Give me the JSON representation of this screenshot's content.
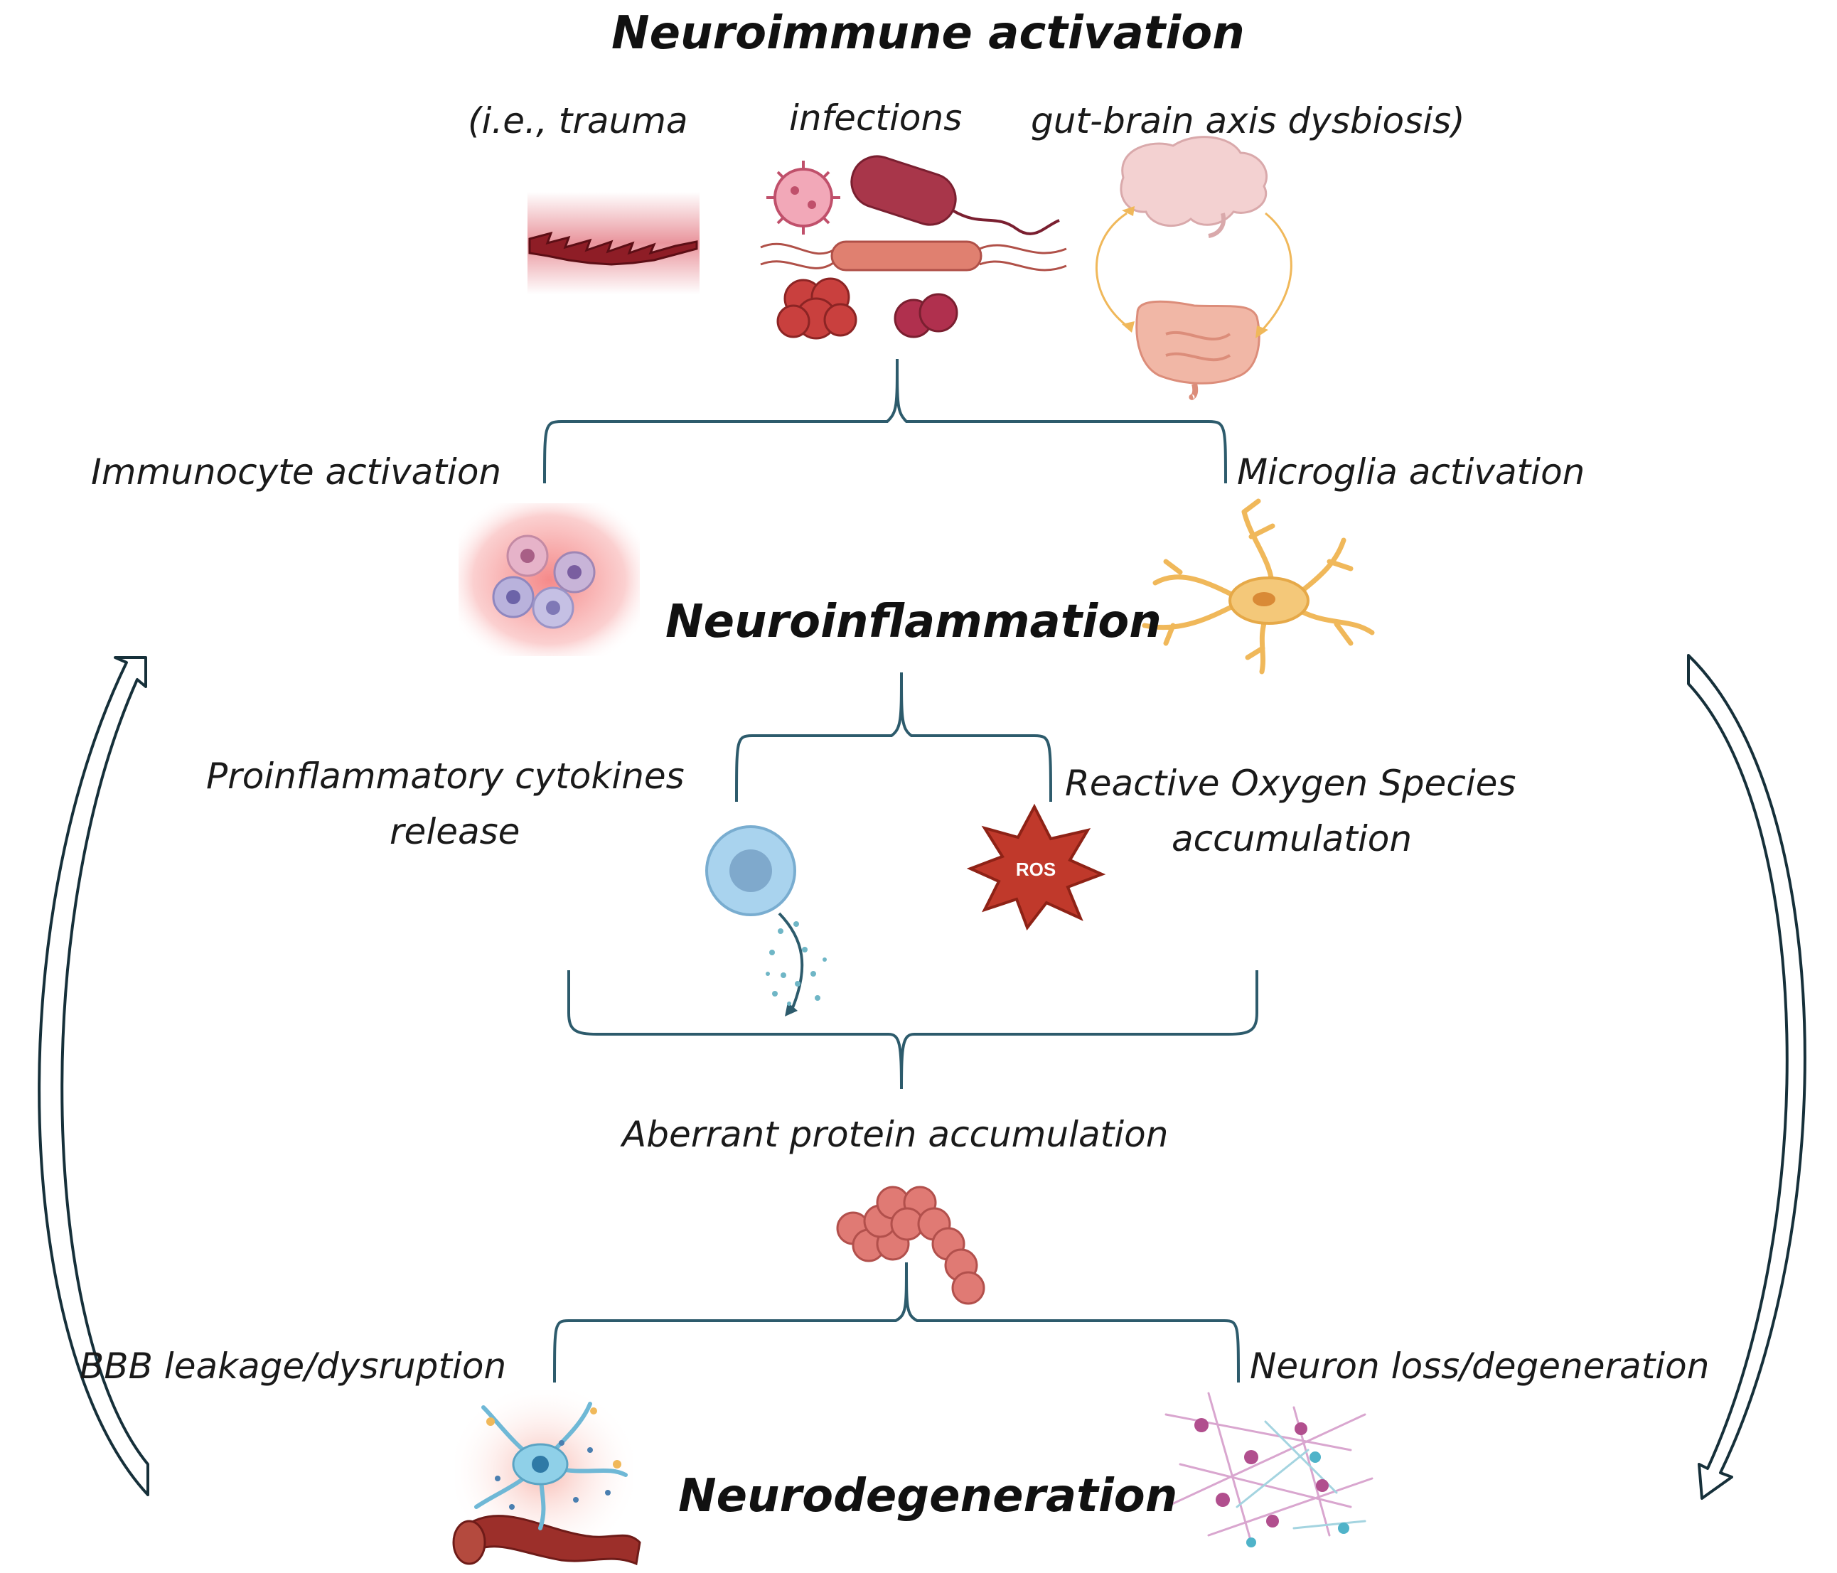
{
  "title": "Neuroimmune activation",
  "triggers": {
    "trauma": "(i.e., trauma",
    "infections": "infections",
    "gut_brain": "gut-brain axis dysbiosis)"
  },
  "activation": {
    "immunocyte": "Immunocyte activation",
    "microglia": "Microglia activation"
  },
  "stage_inflammation": "Neuroinflammation",
  "mediators": {
    "cytokines_line1": "Proinflammatory cytokines",
    "cytokines_line2": "release",
    "ros_line1": "Reactive Oxygen Species",
    "ros_line2": "accumulation",
    "ros_badge": "ROS"
  },
  "protein": "Aberrant protein accumulation",
  "outcomes": {
    "bbb": "BBB leakage/dysruption",
    "neuron": "Neuron loss/degeneration"
  },
  "stage_degeneration": "Neurodegeneration",
  "colors": {
    "bracket": "#2d5b6c",
    "cycle_arrow": "#16303a",
    "trauma_band": "#e8a3aa",
    "bacteria": "#b14a58",
    "microglia": "#f0b85a",
    "cell_blue": "#9fcbe8",
    "ros_red": "#c0392b",
    "protein_bead": "#e07a74"
  },
  "icons": [
    "trauma-icon",
    "virus-icon",
    "bacteria-icon",
    "brain-icon",
    "intestine-icon",
    "immunocytes-icon",
    "microglia-icon",
    "cytokine-cell-icon",
    "ros-starburst-icon",
    "protein-chain-icon",
    "bbb-vessel-icon",
    "neuron-network-icon",
    "cycle-arrow-icon"
  ]
}
